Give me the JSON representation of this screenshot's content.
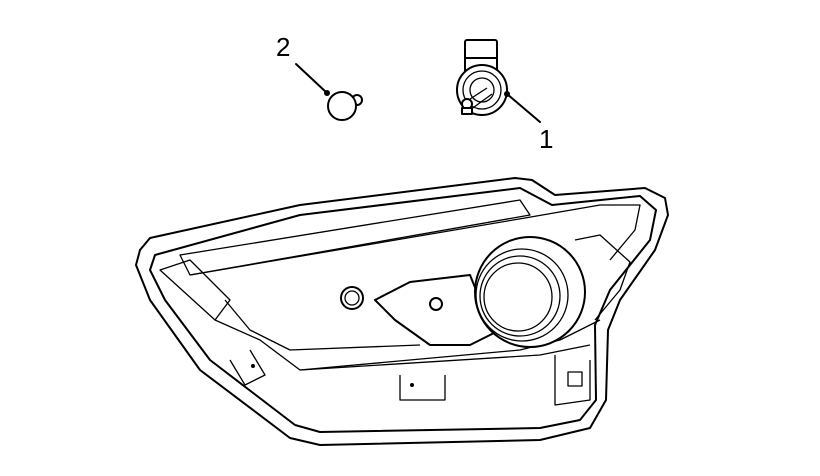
{
  "diagram": {
    "callouts": [
      {
        "number": "1",
        "part": "headlamp-bulb"
      },
      {
        "number": "2",
        "part": "small-bulb"
      }
    ],
    "stroke_color": "#000000",
    "background_color": "#ffffff"
  }
}
